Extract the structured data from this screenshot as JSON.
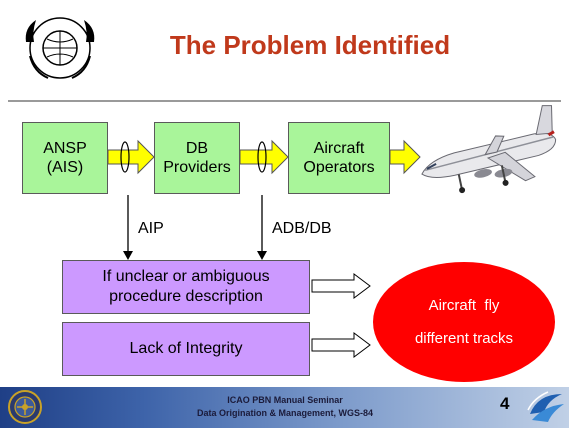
{
  "slide": {
    "title": "The Problem Identified",
    "page_number": "4"
  },
  "flow": {
    "boxes": [
      {
        "line1": "ANSP",
        "line2": "(AIS)"
      },
      {
        "line1": "DB",
        "line2": "Providers"
      },
      {
        "line1": "Aircraft",
        "line2": "Operators"
      }
    ],
    "label_aip": "AIP",
    "label_adb": "ADB/DB"
  },
  "problems": {
    "unclear_line1": "If unclear or ambiguous",
    "unclear_line2": "procedure description",
    "integrity": "Lack of Integrity"
  },
  "result": {
    "line1": "Aircraft  fly",
    "line2": "different tracks"
  },
  "footer": {
    "line1": "ICAO PBN Manual Seminar",
    "line2": "Data Origination & Management, WGS-84"
  },
  "colors": {
    "title": "#c0391b",
    "flow_box": "#a9f59a",
    "problem_box": "#cc99ff",
    "result_oval": "#ff0000",
    "arrow": "#ffff00"
  },
  "icons": [
    "icao-emblem-icon",
    "aircraft-image",
    "faa-seal-icon",
    "eurocontrol-logo-icon"
  ]
}
